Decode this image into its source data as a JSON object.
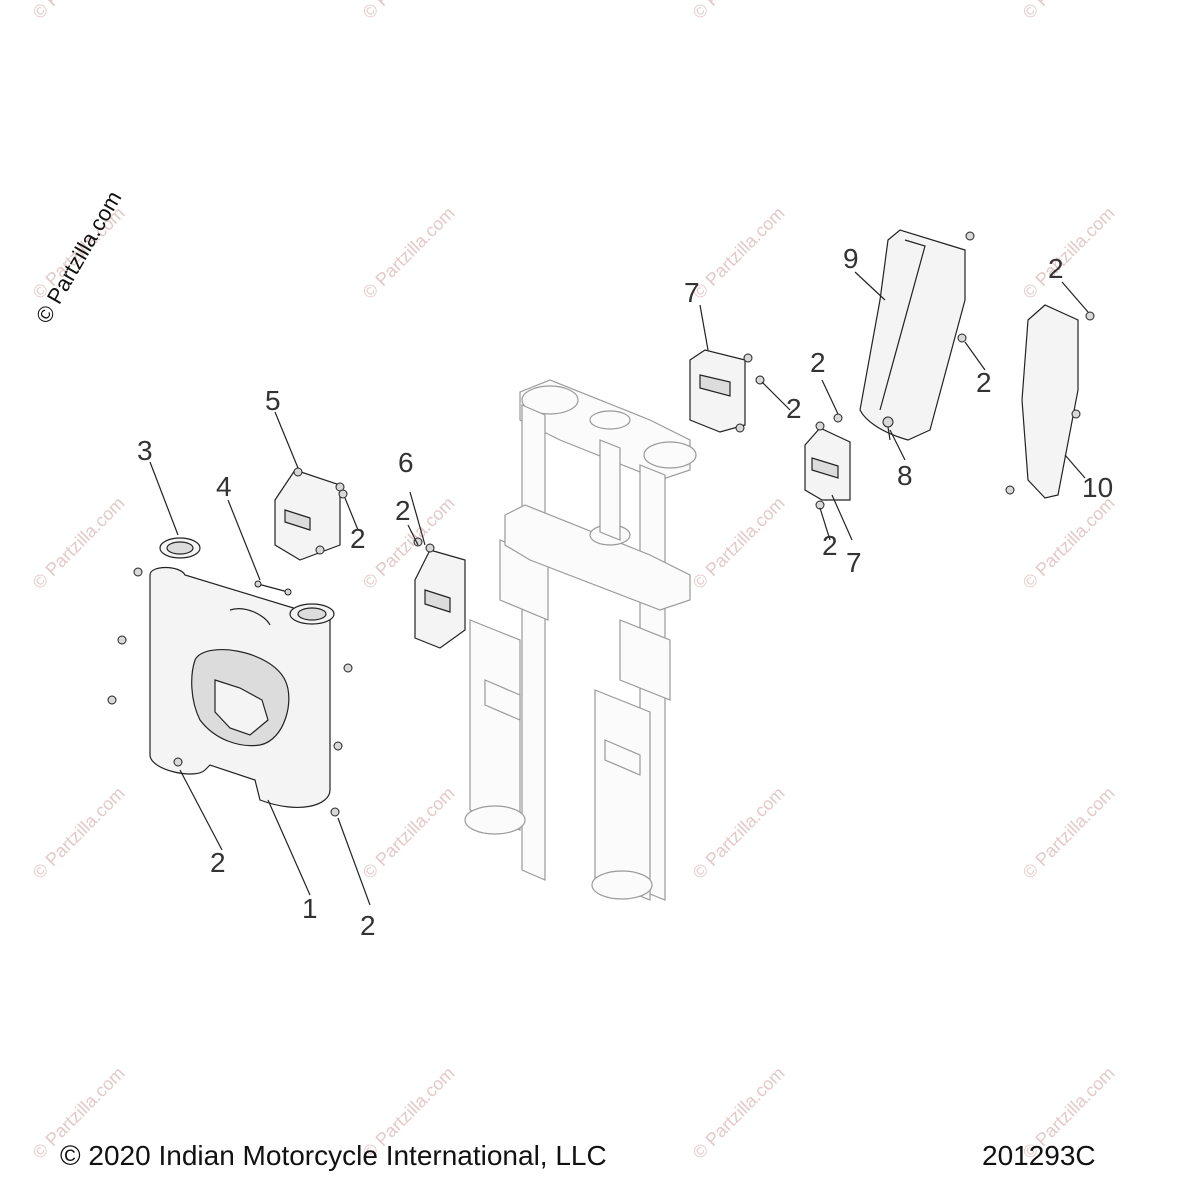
{
  "watermark": {
    "text": "© Partzilla.com",
    "color": "#e3c9c9"
  },
  "footer": {
    "copyright": "© 2020 Indian Motorcycle International, LLC",
    "drawing_number": "201293C"
  },
  "callouts": [
    {
      "id": "c1",
      "label": "1"
    },
    {
      "id": "c2a",
      "label": "2"
    },
    {
      "id": "c2b",
      "label": "2"
    },
    {
      "id": "c2c",
      "label": "2"
    },
    {
      "id": "c2d",
      "label": "2"
    },
    {
      "id": "c2e",
      "label": "2"
    },
    {
      "id": "c2f",
      "label": "2"
    },
    {
      "id": "c2g",
      "label": "2"
    },
    {
      "id": "c2h",
      "label": "2"
    },
    {
      "id": "c2i",
      "label": "2"
    },
    {
      "id": "c3",
      "label": "3"
    },
    {
      "id": "c4",
      "label": "4"
    },
    {
      "id": "c5",
      "label": "5"
    },
    {
      "id": "c6",
      "label": "6"
    },
    {
      "id": "c7a",
      "label": "7"
    },
    {
      "id": "c7b",
      "label": "7"
    },
    {
      "id": "c8",
      "label": "8"
    },
    {
      "id": "c9",
      "label": "9"
    },
    {
      "id": "c10",
      "label": "10"
    }
  ]
}
